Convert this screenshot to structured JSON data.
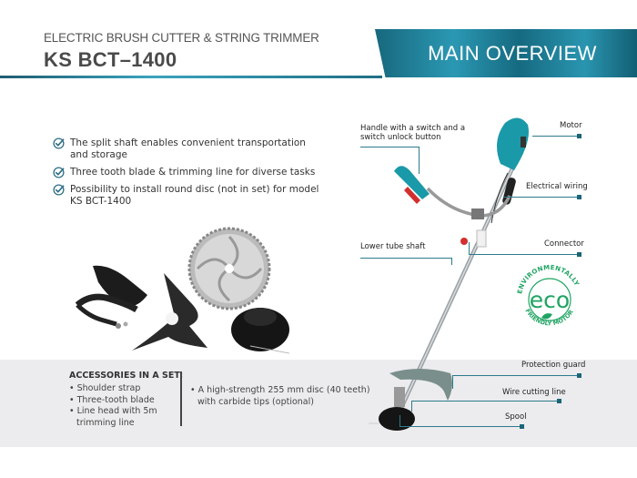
{
  "header": {
    "subtitle": "ELECTRIC BRUSH CUTTER & STRING TRIMMER",
    "model": "KS BCT–1400",
    "banner": "MAIN OVERVIEW"
  },
  "features": [
    {
      "icon": "check-circle-icon",
      "text": "The split shaft enables convenient transportation and storage"
    },
    {
      "icon": "check-circle-icon",
      "text": "Three tooth blade & trimming line for diverse tasks"
    },
    {
      "icon": "check-circle-icon",
      "text": "Possibility to install round disc (not in set) for model KS BCT-1400"
    }
  ],
  "callouts": {
    "handle": "Handle with a switch and a switch unlock button",
    "motor": "Motor",
    "wiring": "Electrical wiring",
    "lower_shaft": "Lower tube shaft",
    "connector": "Connector",
    "guard": "Protection guard",
    "wire_line": "Wire cutting line",
    "spool": "Spool"
  },
  "eco_badge": {
    "top_text": "ENVIRONMENTALLY",
    "main": "eco",
    "bottom_text": "FRIENDLY MOTOR",
    "color": "#1fa463"
  },
  "accessories": {
    "title": "ACCESSORIES IN A SET:",
    "included": [
      "Shoulder strap",
      "Three-tooth blade",
      "Line head with 5m trimming line"
    ],
    "optional": [
      "A high-strength 255 mm disc (40 teeth) with carbide tips (optional)"
    ]
  },
  "colors": {
    "accent": "#1b6f84",
    "accent_light": "#2b98b3",
    "band": "#ececee",
    "eco_green": "#1fa463"
  }
}
